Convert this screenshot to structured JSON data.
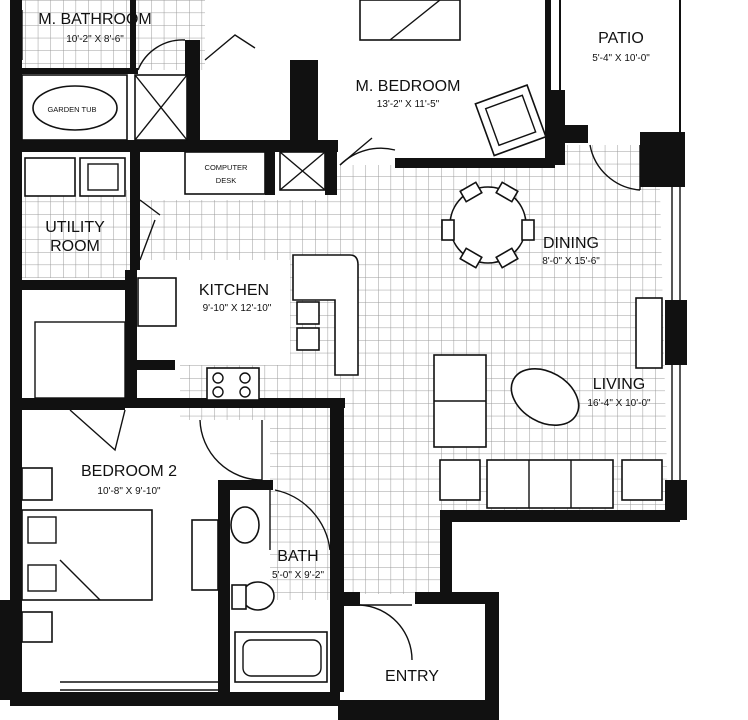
{
  "rooms": {
    "master_bath": {
      "name": "M. BATHROOM",
      "dims": "10'-2\" X 8'-6\""
    },
    "master_bed": {
      "name": "M. BEDROOM",
      "dims": "13'-2\" X 11'-5\""
    },
    "patio": {
      "name": "PATIO",
      "dims": "5'-4\" X 10'-0\""
    },
    "utility": {
      "name_line1": "UTILITY",
      "name_line2": "ROOM"
    },
    "computer_desk": {
      "line1": "COMPUTER",
      "line2": "DESK"
    },
    "dining": {
      "name": "DINING",
      "dims": "8'-0\" X 15'-6\""
    },
    "kitchen": {
      "name": "KITCHEN",
      "dims": "9'-10\" X 12'-10\""
    },
    "living": {
      "name": "LIVING",
      "dims": "16'-4\" X 10'-0\""
    },
    "bedroom2": {
      "name": "BEDROOM 2",
      "dims": "10'-8\" X 9'-10\""
    },
    "bath": {
      "name": "BATH",
      "dims": "5'-0\" X 9'-2\""
    },
    "entry": {
      "name": "ENTRY"
    }
  },
  "fixtures": {
    "garden_tub": "GARDEN TUB"
  }
}
